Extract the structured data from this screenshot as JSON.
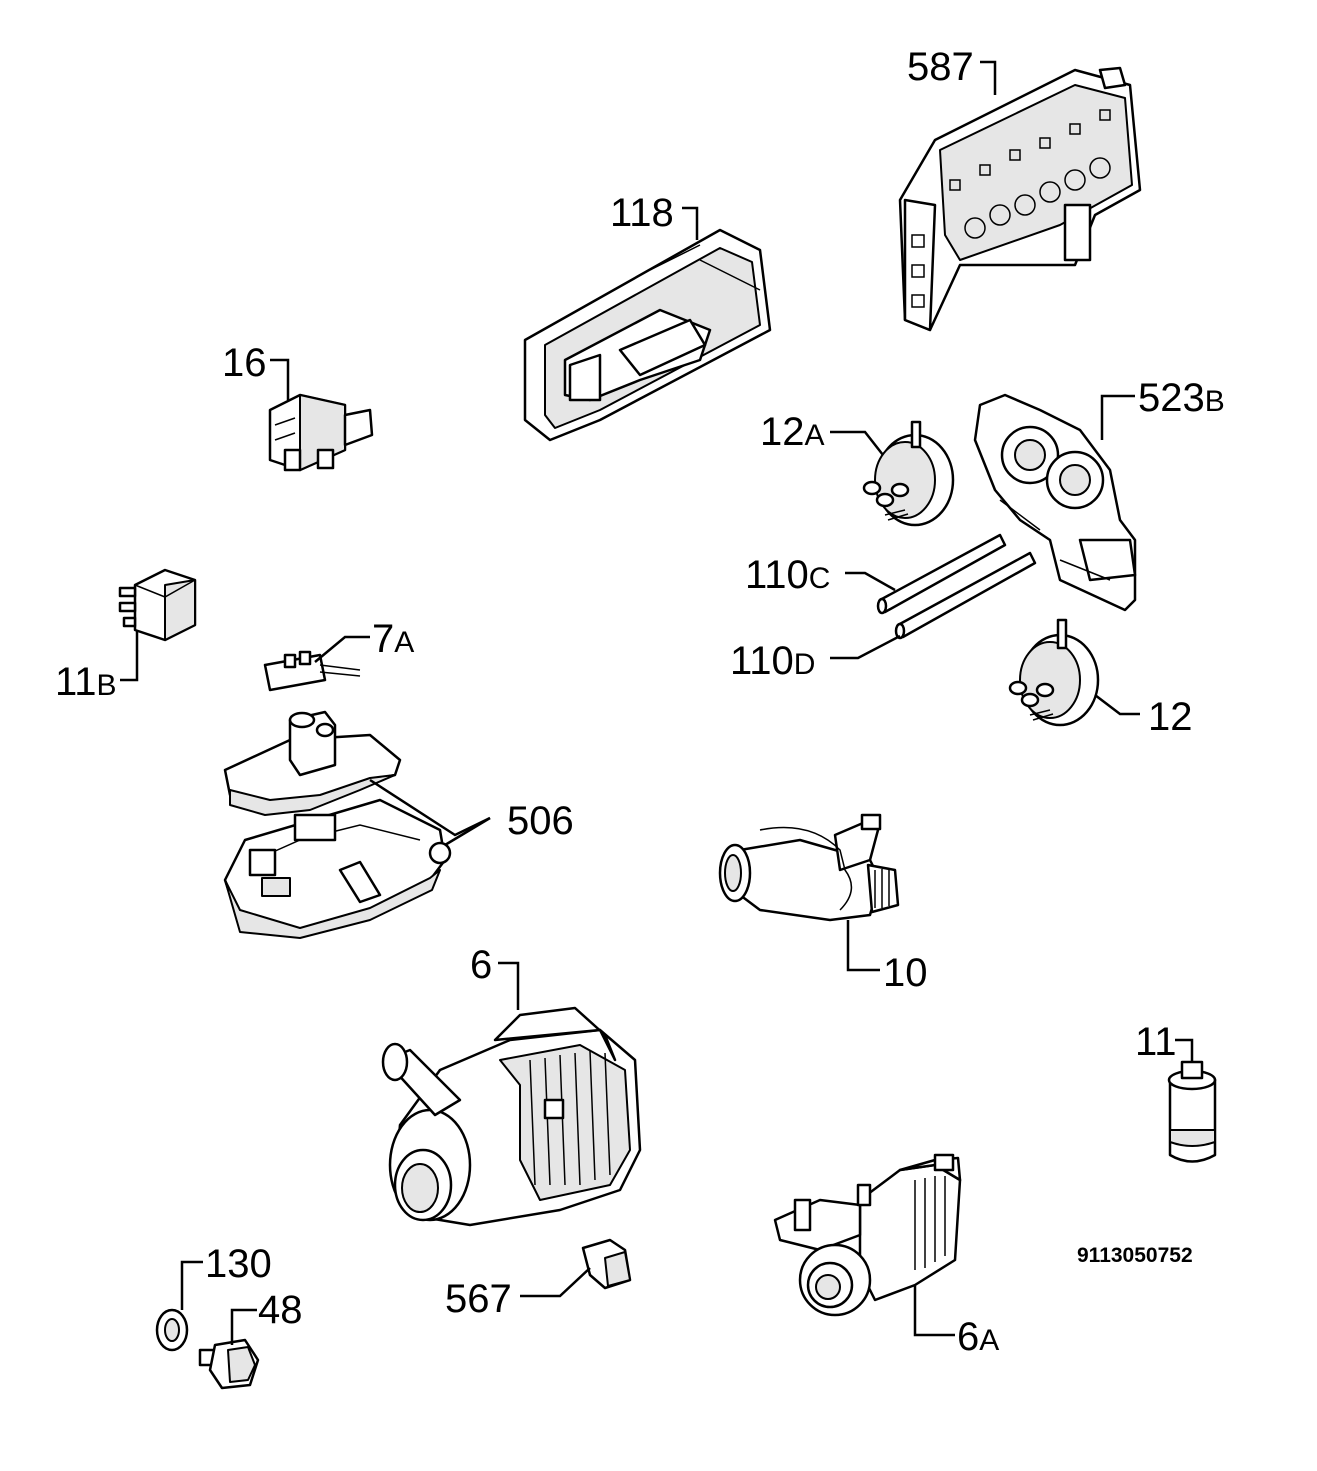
{
  "diagram": {
    "document_number": "9113050752",
    "parts": [
      {
        "id": "587",
        "num": "587",
        "suffix": ""
      },
      {
        "id": "118",
        "num": "118",
        "suffix": ""
      },
      {
        "id": "16",
        "num": "16",
        "suffix": ""
      },
      {
        "id": "12A",
        "num": "12",
        "suffix": "A"
      },
      {
        "id": "523B",
        "num": "523",
        "suffix": "B"
      },
      {
        "id": "110C",
        "num": "110",
        "suffix": "C"
      },
      {
        "id": "110D",
        "num": "110",
        "suffix": "D"
      },
      {
        "id": "12",
        "num": "12",
        "suffix": ""
      },
      {
        "id": "11B",
        "num": "11",
        "suffix": "B"
      },
      {
        "id": "7A",
        "num": "7",
        "suffix": "A"
      },
      {
        "id": "506",
        "num": "506",
        "suffix": ""
      },
      {
        "id": "10",
        "num": "10",
        "suffix": ""
      },
      {
        "id": "6",
        "num": "6",
        "suffix": ""
      },
      {
        "id": "11",
        "num": "11",
        "suffix": ""
      },
      {
        "id": "130",
        "num": "130",
        "suffix": ""
      },
      {
        "id": "48",
        "num": "48",
        "suffix": ""
      },
      {
        "id": "567",
        "num": "567",
        "suffix": ""
      },
      {
        "id": "6A",
        "num": "6",
        "suffix": "A"
      }
    ]
  }
}
